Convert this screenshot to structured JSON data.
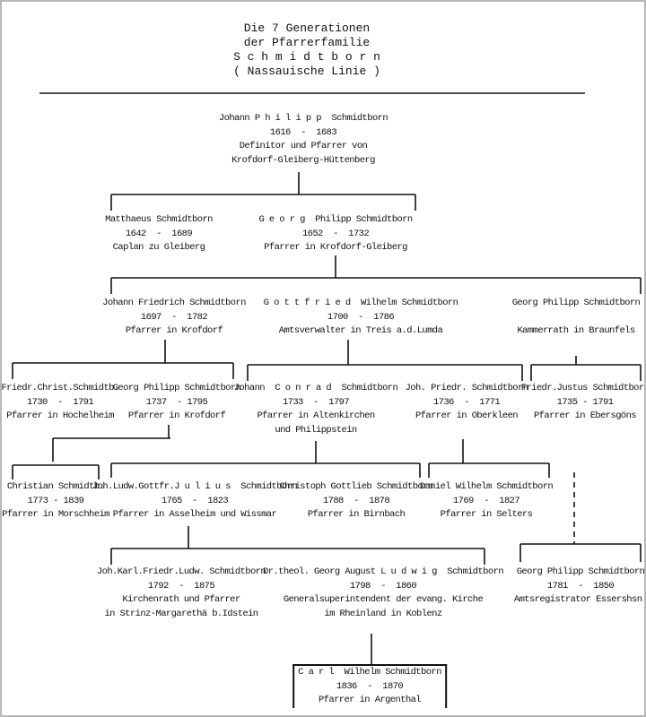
{
  "title": [
    "Die 7 Generationen",
    "der Pfarrerfamilie",
    "S c h m i d t b o r n",
    "( Nassauische Linie )"
  ],
  "persons": [
    {
      "name": "Johann P h i l i p p  Schmidtborn",
      "dates": "1616  -  1683",
      "roles": [
        "Definitor und Pfarrer von",
        "Krofdorf-Gleiberg-Hüttenberg"
      ]
    },
    {
      "name": "Matthaeus Schmidtborn",
      "dates": "1642  -  1689",
      "roles": [
        "Caplan zu Gleiberg"
      ]
    },
    {
      "name": "G e o r g  Philipp Schmidtborn",
      "dates": "1652  -  1732",
      "roles": [
        "Pfarrer in Krofdorf-Gleiberg"
      ]
    },
    {
      "name": "Johann Friedrich Schmidtborn",
      "dates": "1697  -  1782",
      "roles": [
        "Pfarrer in Krofdorf"
      ]
    },
    {
      "name": "G o t t f r i e d  Wilhelm Schmidtborn",
      "dates": "1700  -  1786",
      "roles": [
        "Amtsverwalter in Treis a.d.Lumda"
      ]
    },
    {
      "name": "Georg Philipp Schmidtborn",
      "dates": "",
      "roles": [
        "Kammerrath in Braunfels"
      ]
    },
    {
      "name": "Friedr.Christ.Schmidtb.",
      "dates": "1730  -  1791",
      "roles": [
        "Pfarrer in Hochelheim"
      ]
    },
    {
      "name": "Georg Philipp Schmidtborn",
      "dates": "1737  - 1795",
      "roles": [
        "Pfarrer in Krofdorf"
      ]
    },
    {
      "name": "Johann  C o n r a d  Schmidtborn",
      "dates": "1733  -  1797",
      "roles": [
        "Pfarrer in Altenkirchen",
        "und Philippstein"
      ]
    },
    {
      "name": "Joh. Priedr. Schmidtborn",
      "dates": "1736  -  1771",
      "roles": [
        "Pfarrer in Oberkleen"
      ]
    },
    {
      "name": "Friedr.Justus Schmidtborn",
      "dates": "1735 - 1791",
      "roles": [
        "Pfarrer in Ebersgöns"
      ]
    },
    {
      "name": "Christian Schmidtb.",
      "dates": "1773 - 1839",
      "roles": [
        "Pfarrer in Morschheim"
      ]
    },
    {
      "name": "Joh.Ludw.Gottfr.J u l i u s  Schmidtborn",
      "dates": "1765  -  1823",
      "roles": [
        "Pfarrer in Asselheim und Wissmar"
      ]
    },
    {
      "name": "Christoph Gottlieb Schmidtborn",
      "dates": "1788  -  1878",
      "roles": [
        "Pfarrer in Birnbach"
      ]
    },
    {
      "name": "Daniel Wilhelm Schmidtborn",
      "dates": "1769  -  1827",
      "roles": [
        "Pfarrer in Selters"
      ]
    },
    {
      "name": "Joh.Karl.Friedr.Ludw. Schmidtborn",
      "dates": "1792  -  1875",
      "roles": [
        "Kirchenrath und Pfarrer",
        "in Strinz-Margarethä b.Idstein"
      ]
    },
    {
      "name": "Dr.theol. Georg August L u d w i g  Schmidtborn",
      "dates": "1798  -  1860",
      "roles": [
        "Generalsuperintendent der evang. Kirche",
        "im Rheinland in Koblenz"
      ]
    },
    {
      "name": "Georg Philipp Schmidtborn",
      "dates": "1781  -  1850",
      "roles": [
        "Amtsregistrator Essershsn."
      ]
    },
    {
      "name": "C a r l  Wilhelm Schmidtborn",
      "dates": "1836  -  1870",
      "roles": [
        "Pfarrer in Argenthal"
      ]
    }
  ]
}
